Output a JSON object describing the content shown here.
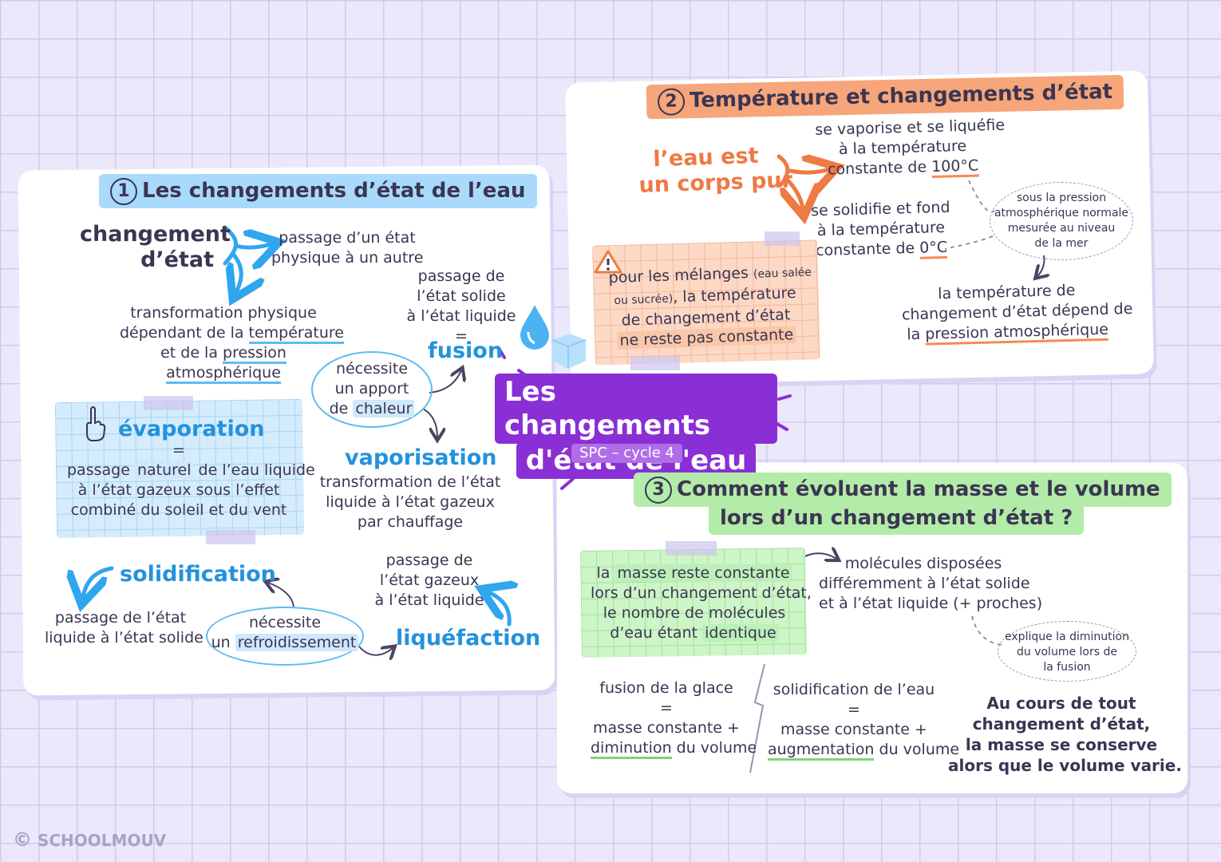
{
  "center": {
    "title_l1": "Les changements",
    "title_l2": "d'état de l'eau",
    "subtitle": "SPC – cycle 4"
  },
  "s1": {
    "num": "1",
    "title": "Les changements d’état de l’eau",
    "changement": {
      "l1": "changement",
      "l2": "d’état"
    },
    "def": {
      "l1": "passage d’un état",
      "l2": "physique à un autre"
    },
    "transfo": {
      "l1": "transformation physique",
      "l2a": "dépendant de  la ",
      "l2b": "température",
      "l3a": "et de la ",
      "l3b": "pression",
      "l4": "atmosphérique"
    },
    "fusion_def": {
      "l1": "passage de",
      "l2": "l’état solide",
      "l3": "à l’état liquide",
      "l4": "="
    },
    "fusion": "fusion",
    "chaleur": {
      "l1": "nécessite",
      "l2": "un apport",
      "l3a": "de ",
      "l3b": "chaleur"
    },
    "vaporisation": "vaporisation",
    "vapo_def": {
      "l1": "transformation de l’état",
      "l2": "liquide à l’état gazeux",
      "l3": "par chauffage"
    },
    "evaporation": "évaporation",
    "evap_def": {
      "l1": "=",
      "l2a": "passage ",
      "l2b": "naturel",
      "l2c": " de l’eau liquide",
      "l3": "à l’état gazeux sous l’effet",
      "l4": "combiné du soleil et du vent"
    },
    "solidification": "solidification",
    "solid_def": {
      "l1": "passage de l’état",
      "l2": "liquide à l’état solide"
    },
    "froid": {
      "l1": "nécessite",
      "l2a": "un ",
      "l2b": "refroidissement"
    },
    "liq_def": {
      "l1": "passage de",
      "l2": "l’état gazeux",
      "l3": "à l’état liquide"
    },
    "liquefaction": "liquéfaction"
  },
  "s2": {
    "num": "2",
    "title": "Température et changements d’état",
    "corps": {
      "l1": "l’eau est",
      "l2": "un corps pur"
    },
    "vapo": {
      "l1": "se vaporise et se liquéfie",
      "l2": "à la température",
      "l3a": "constante de ",
      "l3b": "100°C"
    },
    "solid": {
      "l1": "se solidifie et fond",
      "l2": "à la température",
      "l3a": "constante de ",
      "l3b": "0°C"
    },
    "pression": {
      "l1": "sous la pression",
      "l2": "atmosphérique normale",
      "l3": "mesurée au niveau",
      "l4": "de la mer"
    },
    "melange": {
      "l1a": "pour les mélanges ",
      "l1b": "(eau salée",
      "l2a": "ou sucrée)",
      "l2b": ", la température",
      "l3": "de changement d’état",
      "l4": "ne reste pas constante"
    },
    "depend": {
      "l1": "la température de",
      "l2": "changement d’état dépend de",
      "l3a": "la ",
      "l3b": "pression atmosphérique"
    }
  },
  "s3": {
    "num": "3",
    "title_l1": "Comment évoluent la masse et le volume",
    "title_l2": "lors d’un changement d’état ?",
    "masse": {
      "l1a": "la ",
      "l1b": "masse reste constante",
      "l2": "lors d’un changement d’état,",
      "l3": "le nombre de molécules",
      "l4a": "d’eau étant ",
      "l4b": "identique"
    },
    "molecules": {
      "l1": "molécules disposées",
      "l2": "différemment à l’état solide",
      "l3": "et à l’état liquide (+ proches)"
    },
    "explique": {
      "l1": "explique la diminution",
      "l2": "du volume lors de",
      "l3": "la fusion"
    },
    "fusion": {
      "l1": "fusion de la glace",
      "l2": "=",
      "l3": "masse constante +",
      "l4a": "diminution",
      "l4b": " du volume"
    },
    "solid": {
      "l1": "solidification de l’eau",
      "l2": "=",
      "l3": "masse constante +",
      "l4a": "augmentation",
      "l4b": " du volume"
    },
    "conclusion": {
      "l1": "Au cours de tout",
      "l2": "changement d’état,",
      "l3": "la masse se conserve",
      "l4": "alors que le volume varie."
    }
  },
  "footer": {
    "brand": "SCHOOLMOUV",
    "copyright": "©"
  },
  "colors": {
    "blue": "#2392dd",
    "orange": "#f09060",
    "green": "#b3eca9",
    "purple": "#8a2fd6",
    "bg": "#ebe8fb"
  }
}
